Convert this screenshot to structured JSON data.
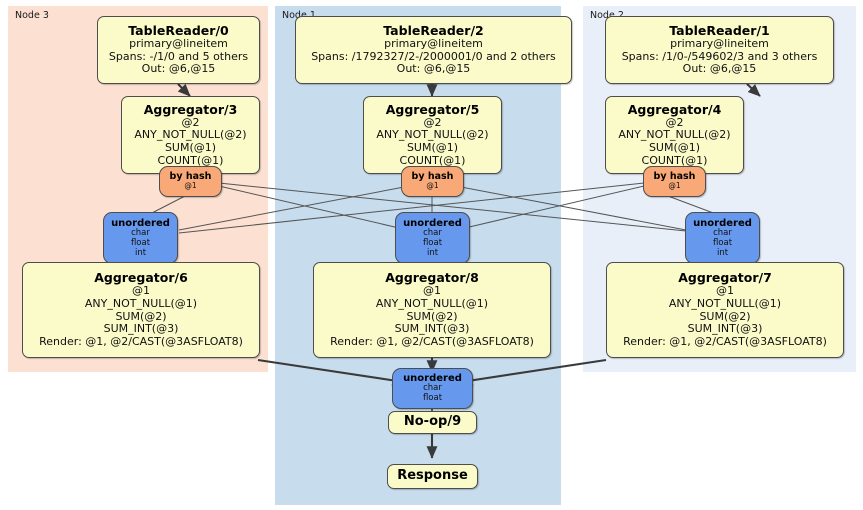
{
  "diagram": {
    "type": "distributed-query-plan",
    "colors": {
      "node3_panel": "#fce0d2",
      "node1_panel": "#c7dced",
      "node2_panel": "#e9eff8",
      "processor_box": "#fbfbc9",
      "hash_router": "#f8a977",
      "stream_box": "#6699ee",
      "edge": "#555555",
      "border": "#4d4d4d"
    },
    "panels": [
      {
        "id": "node3",
        "label": "Node 3"
      },
      {
        "id": "node1",
        "label": "Node 1"
      },
      {
        "id": "node2",
        "label": "Node 2"
      }
    ],
    "nodes": [
      {
        "id": "tablereader0",
        "kind": "processor",
        "title": "TableReader/0",
        "lines": [
          "primary@lineitem",
          "Spans: -/1/0 and 5 others",
          "Out: @6,@15"
        ]
      },
      {
        "id": "tablereader2",
        "kind": "processor",
        "title": "TableReader/2",
        "lines": [
          "primary@lineitem",
          "Spans: /1792327/2-/2000001/0 and 2 others",
          "Out: @6,@15"
        ]
      },
      {
        "id": "tablereader1",
        "kind": "processor",
        "title": "TableReader/1",
        "lines": [
          "primary@lineitem",
          "Spans: /1/0-/549602/3 and 3 others",
          "Out: @6,@15"
        ]
      },
      {
        "id": "aggregator3",
        "kind": "processor",
        "title": "Aggregator/3",
        "lines": [
          "@2",
          "ANY_NOT_NULL(@2)",
          "SUM(@1)",
          "COUNT(@1)"
        ]
      },
      {
        "id": "aggregator5",
        "kind": "processor",
        "title": "Aggregator/5",
        "lines": [
          "@2",
          "ANY_NOT_NULL(@2)",
          "SUM(@1)",
          "COUNT(@1)"
        ]
      },
      {
        "id": "aggregator4",
        "kind": "processor",
        "title": "Aggregator/4",
        "lines": [
          "@2",
          "ANY_NOT_NULL(@2)",
          "SUM(@1)",
          "COUNT(@1)"
        ]
      },
      {
        "id": "byhash3",
        "kind": "hash",
        "title": "by hash",
        "lines": [
          "@1"
        ]
      },
      {
        "id": "byhash5",
        "kind": "hash",
        "title": "by hash",
        "lines": [
          "@1"
        ]
      },
      {
        "id": "byhash4",
        "kind": "hash",
        "title": "by hash",
        "lines": [
          "@1"
        ]
      },
      {
        "id": "unordered6",
        "kind": "stream",
        "title": "unordered",
        "lines": [
          "char",
          "float",
          "int"
        ]
      },
      {
        "id": "unordered8",
        "kind": "stream",
        "title": "unordered",
        "lines": [
          "char",
          "float",
          "int"
        ]
      },
      {
        "id": "unordered7",
        "kind": "stream",
        "title": "unordered",
        "lines": [
          "char",
          "float",
          "int"
        ]
      },
      {
        "id": "aggregator6",
        "kind": "processor",
        "title": "Aggregator/6",
        "lines": [
          "@1",
          "ANY_NOT_NULL(@1)",
          "SUM(@2)",
          "SUM_INT(@3)",
          "Render: @1, @2/CAST(@3ASFLOAT8)"
        ]
      },
      {
        "id": "aggregator8",
        "kind": "processor",
        "title": "Aggregator/8",
        "lines": [
          "@1",
          "ANY_NOT_NULL(@1)",
          "SUM(@2)",
          "SUM_INT(@3)",
          "Render: @1, @2/CAST(@3ASFLOAT8)"
        ]
      },
      {
        "id": "aggregator7",
        "kind": "processor",
        "title": "Aggregator/7",
        "lines": [
          "@1",
          "ANY_NOT_NULL(@1)",
          "SUM(@2)",
          "SUM_INT(@3)",
          "Render: @1, @2/CAST(@3ASFLOAT8)"
        ]
      },
      {
        "id": "unorderedFinal",
        "kind": "stream",
        "title": "unordered",
        "lines": [
          "char",
          "float"
        ]
      },
      {
        "id": "noop9",
        "kind": "processor",
        "title": "No-op/9",
        "lines": []
      },
      {
        "id": "response",
        "kind": "processor",
        "title": "Response",
        "lines": []
      }
    ]
  }
}
